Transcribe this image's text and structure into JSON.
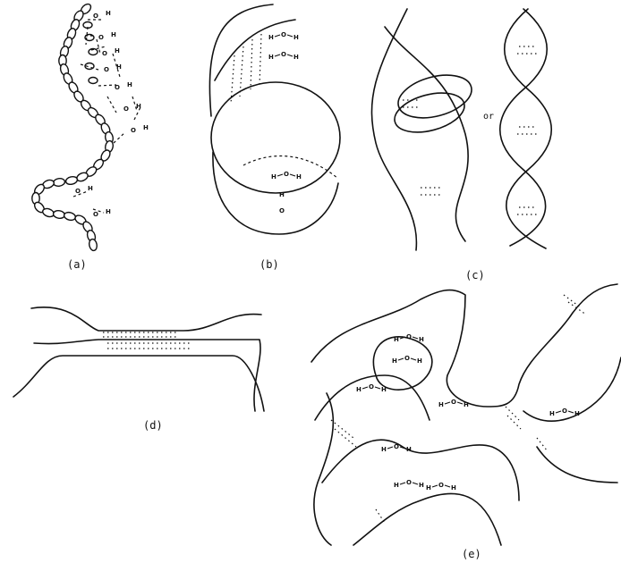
{
  "panels": {
    "a": {
      "label": "(a)"
    },
    "b": {
      "label": "(b)"
    },
    "c": {
      "label": "(c)",
      "connector": "or"
    },
    "d": {
      "label": "(d)"
    },
    "e": {
      "label": "(e)"
    }
  },
  "atoms": {
    "oxygen": "O",
    "hydrogen": "H"
  }
}
